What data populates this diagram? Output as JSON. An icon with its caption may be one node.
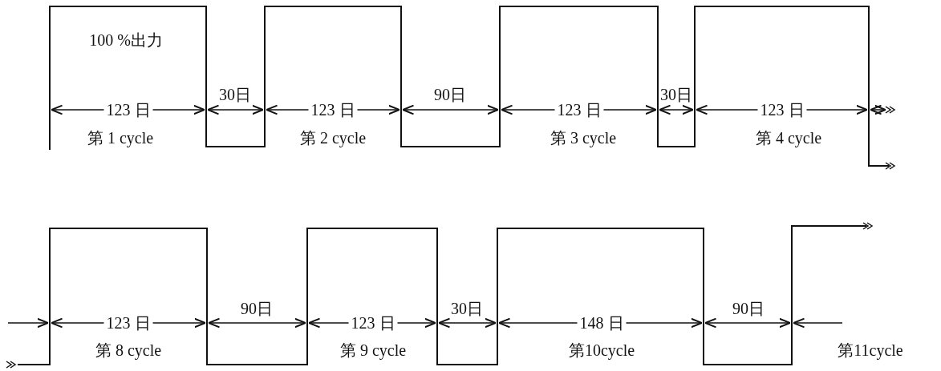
{
  "diagram": {
    "labels": [
      "100 %出力",
      "123 日",
      "30日",
      "123 日",
      "90日",
      "123 日",
      "30日",
      "123 日",
      "第 1 cycle",
      "第 2 cycle",
      "第 3 cycle",
      "第 4 cycle",
      "123 日",
      "90日",
      "123 日",
      "30日",
      "148 日",
      "90日",
      "第 8 cycle",
      "第 9 cycle",
      "第10cycle",
      "第11cycle"
    ]
  }
}
